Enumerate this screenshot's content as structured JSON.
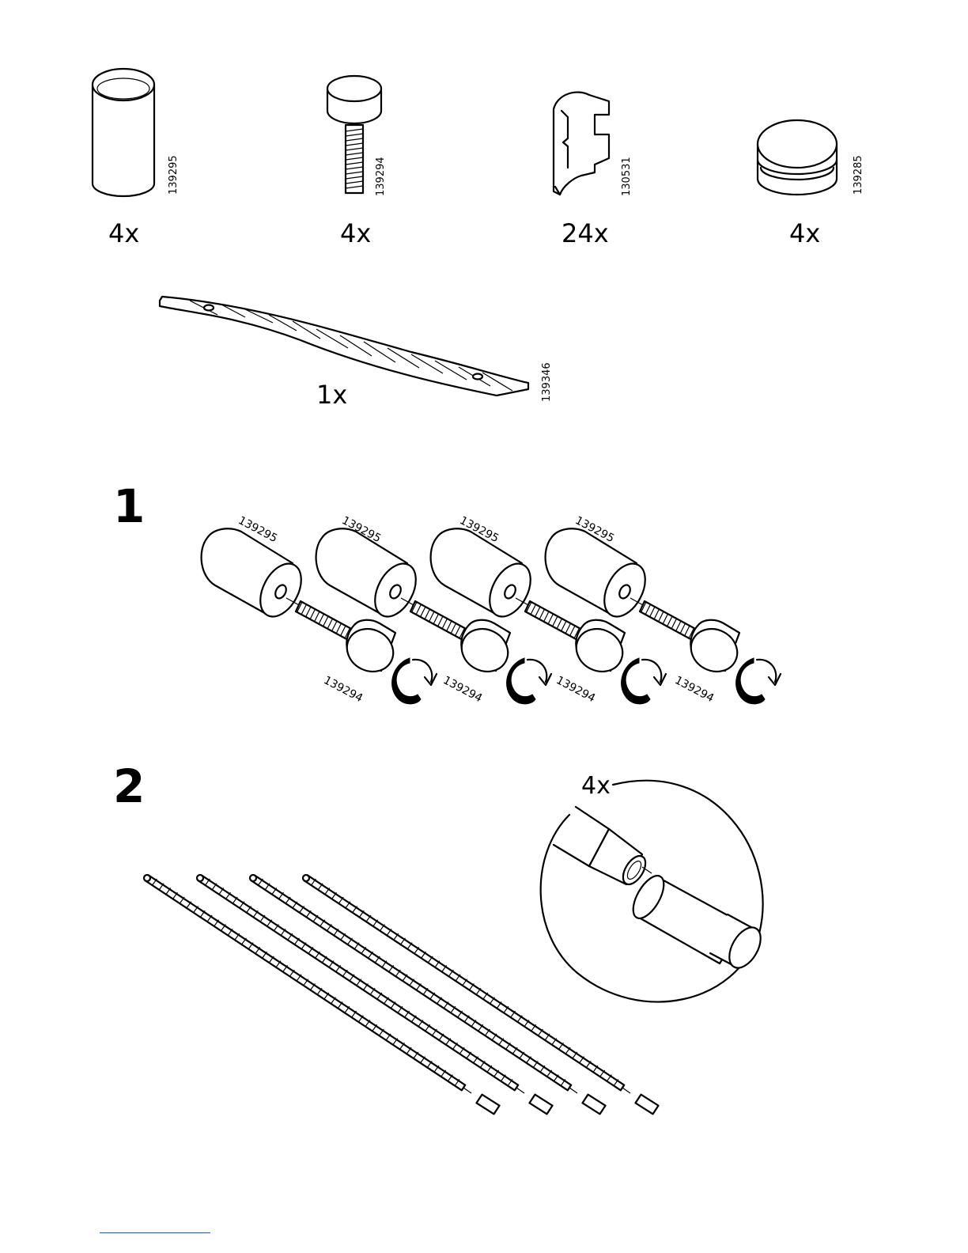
{
  "parts": [
    {
      "part_number": "139295",
      "quantity": "4x",
      "icon": "sleeve-icon"
    },
    {
      "part_number": "139294",
      "quantity": "4x",
      "icon": "bolt-knob-icon"
    },
    {
      "part_number": "130531",
      "quantity": "24x",
      "icon": "clip-icon"
    },
    {
      "part_number": "139285",
      "quantity": "4x",
      "icon": "foot-cap-icon"
    },
    {
      "part_number": "139346",
      "quantity": "1x",
      "icon": "strap-icon"
    }
  ],
  "step1": {
    "number": "1",
    "sleeve_part": "139295",
    "bolt_part": "139294"
  },
  "step2": {
    "number": "2",
    "detail_quantity": "4x"
  },
  "colors": {
    "ink": "#000000",
    "paper": "#ffffff",
    "footer_rule": "#2a55b0"
  }
}
